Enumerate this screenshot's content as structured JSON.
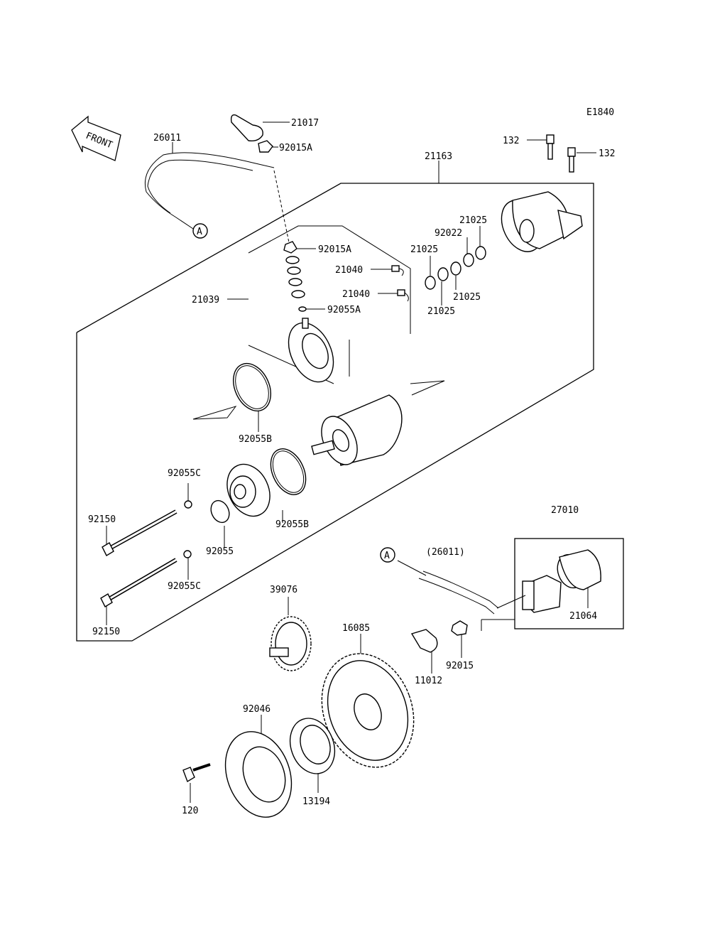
{
  "diagram_id": "E1840",
  "front_label": "FRONT",
  "ref_a": "A",
  "labels": {
    "p21017": "21017",
    "p92015A_top": "92015A",
    "p26011": "26011",
    "p21163": "21163",
    "p132_left": "132",
    "p132_right": "132",
    "p92015A": "92015A",
    "p21040_a": "21040",
    "p21040_b": "21040",
    "p21039": "21039",
    "p92055A": "92055A",
    "p21025_a": "21025",
    "p92022": "92022",
    "p21025_b": "21025",
    "p21025_c": "21025",
    "p21025_d": "21025",
    "p92055B_a": "92055B",
    "p92055C_a": "92055C",
    "p92150_a": "92150",
    "p92055B_b": "92055B",
    "p92055": "92055",
    "p92055C_b": "92055C",
    "p92150_b": "92150",
    "p27010": "27010",
    "p26011_paren": "(26011)",
    "p21064": "21064",
    "p39076": "39076",
    "p16085": "16085",
    "p11012": "11012",
    "p92015": "92015",
    "p92046": "92046",
    "p120": "120",
    "p13194": "13194"
  }
}
